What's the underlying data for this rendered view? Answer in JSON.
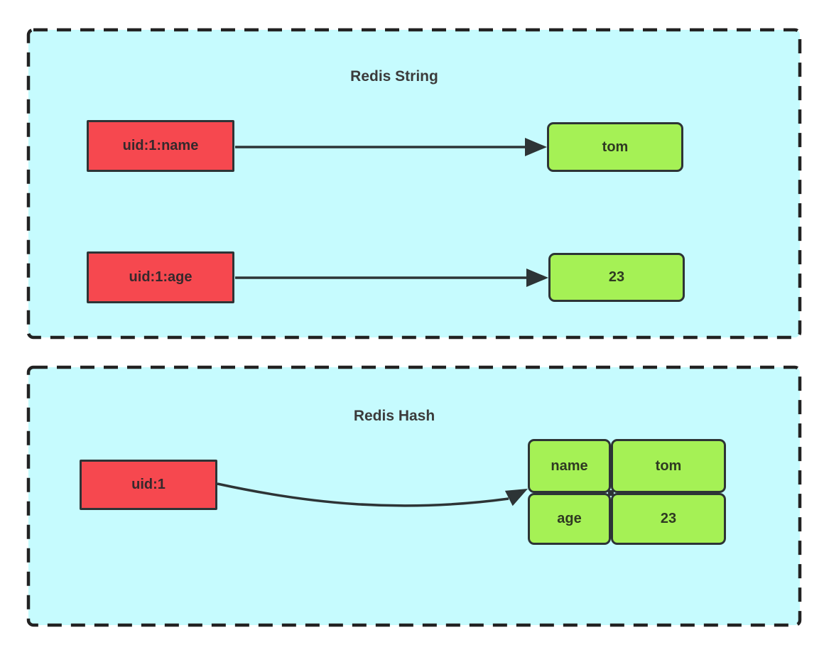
{
  "diagram": {
    "string_panel": {
      "title": "Redis String",
      "entries": [
        {
          "key": "uid:1:name",
          "value": "tom"
        },
        {
          "key": "uid:1:age",
          "value": "23"
        }
      ]
    },
    "hash_panel": {
      "title": "Redis Hash",
      "key": "uid:1",
      "fields": [
        {
          "field": "name",
          "value": "tom"
        },
        {
          "field": "age",
          "value": "23"
        }
      ]
    },
    "colors": {
      "panel_background": "#c6fbfe",
      "panel_dashed_border": "#222222",
      "key_box_fill": "#f6484f",
      "value_box_fill": "#a5f155",
      "stroke": "#2d3436"
    }
  }
}
